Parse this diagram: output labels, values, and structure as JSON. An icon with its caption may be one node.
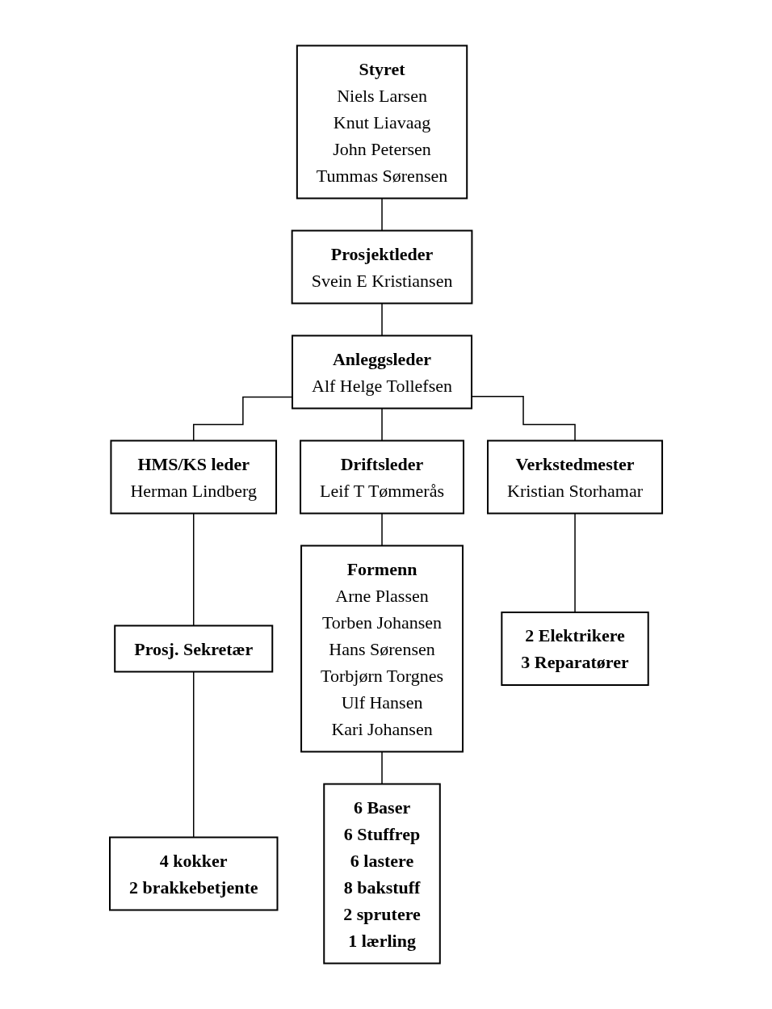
{
  "diagram": {
    "nodes": [
      {
        "text": [
          "Styret",
          "Niels Larsen",
          "Knut Liavaag",
          "John Petersen",
          "Tummas Sørensen"
        ]
      },
      {
        "text": [
          "Prosjektleder",
          "Svein E Kristiansen"
        ]
      },
      {
        "text": [
          "Anleggsleder",
          "Alf Helge Tollefsen"
        ]
      },
      {
        "text": [
          "HMS/KS leder",
          "Herman Lindberg"
        ]
      },
      {
        "text": [
          "Driftsleder",
          "Leif T Tømmerås"
        ]
      },
      {
        "text": [
          "Verkstedmester",
          "Kristian Storhamar"
        ]
      },
      {
        "text": [
          "Prosj. Sekretær"
        ]
      },
      {
        "text": [
          "4 kokker",
          "2 brakkebetjente"
        ]
      },
      {
        "text": [
          "Formenn",
          "Arne Plassen",
          "Torben Johansen",
          "Hans Sørensen",
          "Torbjørn Torgnes",
          "Ulf Hansen",
          "Kari Johansen"
        ]
      },
      {
        "text": [
          "6 Baser",
          "6 Stuffrep",
          "6 lastere",
          "8 bakstuff",
          "2 sprutere",
          "1 lærling"
        ]
      },
      {
        "text": [
          "2 Elektrikere",
          "3 Reparatører"
        ]
      }
    ],
    "edges": [
      {
        "from": 0,
        "to": 1,
        "arrow": "none"
      },
      {
        "from": 1,
        "to": 2,
        "arrow": "none"
      },
      {
        "from": 2,
        "to": 3,
        "arrow": "none"
      },
      {
        "from": 2,
        "to": 4,
        "arrow": "none"
      },
      {
        "from": 2,
        "to": 5,
        "arrow": "none"
      },
      {
        "from": 3,
        "to": 6,
        "arrow": "none"
      },
      {
        "from": 6,
        "to": 7,
        "arrow": "none"
      },
      {
        "from": 4,
        "to": 8,
        "arrow": "none"
      },
      {
        "from": 8,
        "to": 9,
        "arrow": "none"
      },
      {
        "from": 5,
        "to": 10,
        "arrow": "none"
      }
    ]
  }
}
